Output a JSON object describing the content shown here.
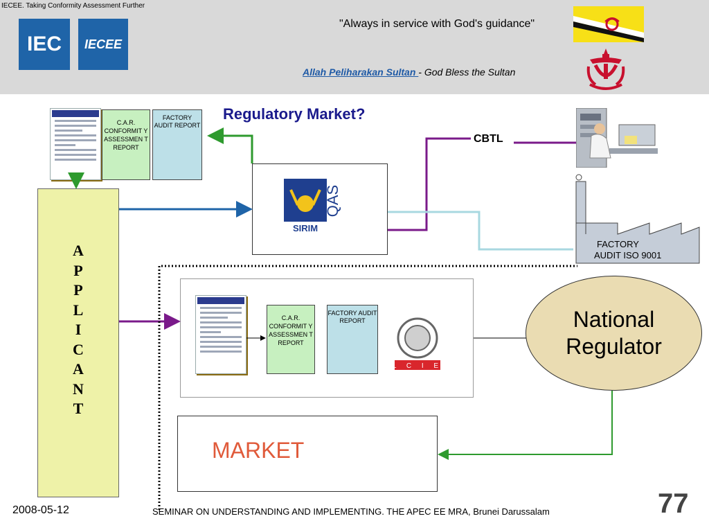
{
  "header": {
    "tagline": "IECEE. Taking Conformity Assessment Further",
    "motto": "\"Always in service with God's guidance\"",
    "bless_malay": "Allah Peliharakan Sultan ",
    "bless_english": "- God Bless the Sultan",
    "logos": {
      "iec": "IEC",
      "iecee": "IECEE"
    }
  },
  "diagram": {
    "heading": "Regulatory Market?",
    "top_car_report": "C.A.R. CONFORMIT Y ASSESSMEN T REPORT",
    "top_factory_report": "FACTORY AUDIT REPORT",
    "cbtl": "CBTL",
    "factory_audit": [
      "FACTORY",
      "AUDIT ISO 9001"
    ],
    "sirim_label": "SIRIM",
    "qas_label": "QAS",
    "applicant": [
      "A",
      "P",
      "P",
      "L",
      "I",
      "C",
      "A",
      "N",
      "T"
    ],
    "mid_car_report": "C.A.R. CONFORMIT Y ASSESSMEN T REPORT",
    "mid_factory_report": "FACTORY AUDIT REPORT",
    "lcie_letters": "L C I E",
    "regulator": [
      "National",
      "Regulator"
    ],
    "market": "MARKET"
  },
  "footer": {
    "date": "2008-05-12",
    "seminar": "SEMINAR ON UNDERSTANDING AND IMPLEMENTING. THE APEC EE MRA, Brunei Darussalam",
    "page_number": "77"
  },
  "colors": {
    "header_bg": "#d9d9d9",
    "heading": "#1a1a8c",
    "arrow_green": "#2e9a2e",
    "arrow_blue": "#1f64a8",
    "arrow_purple": "#7a1a8a",
    "arrow_light_blue": "#a8d8e0",
    "regulator_fill": "#eadcb2",
    "applicant_fill": "#eef2a8",
    "market_text": "#e05a3a"
  }
}
